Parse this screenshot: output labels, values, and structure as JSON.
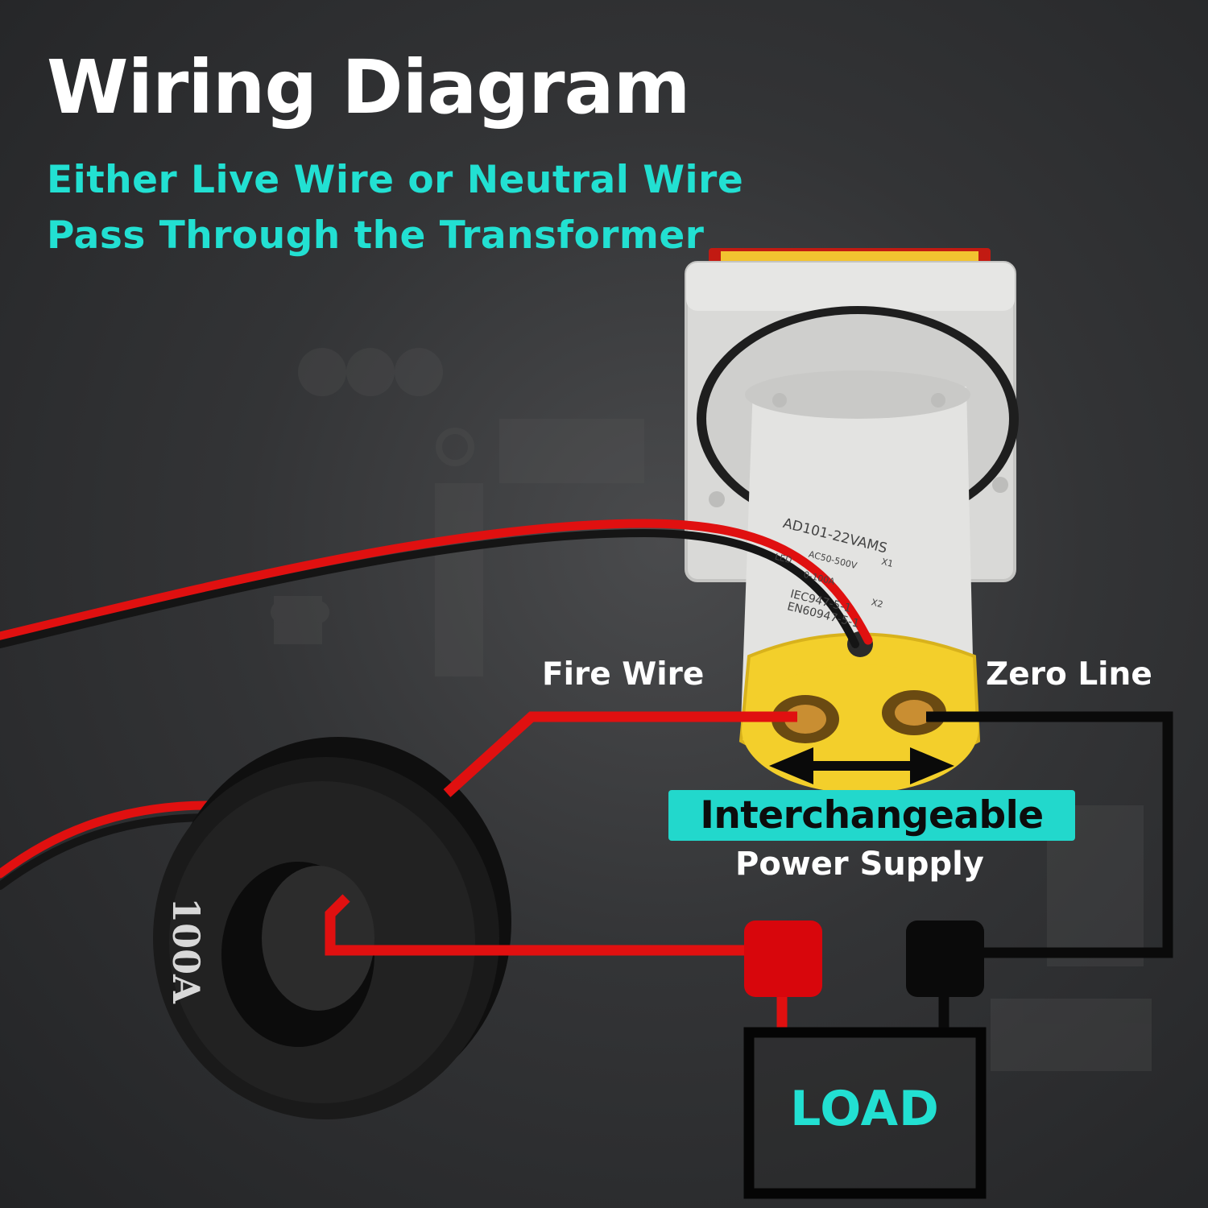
{
  "title": "Wiring Diagram",
  "subtitle": {
    "line1": "Either Live Wire or Neutral Wire",
    "line2": "Pass Through the Transformer"
  },
  "labels": {
    "fire_wire": "Fire Wire",
    "zero_line": "Zero Line",
    "interchangeable": "Interchangeable",
    "power_supply": "Power Supply",
    "load": "LOAD"
  },
  "transformer": {
    "rating": "100A"
  },
  "meter_sticker": {
    "model": "AD101-22VAMS",
    "x1": "X1",
    "voltage": "AC50-500V",
    "led": "LED",
    "current": "0-100A",
    "x2": "X2",
    "std1": "IEC947-5-1",
    "std2": "EN60947-5-1"
  },
  "colors": {
    "accent": "#22e0d2",
    "live_wire": "#e01010",
    "neutral_wire": "#0a0a0a",
    "terminal_yellow": "#f3cf2b",
    "meter_body": "#d9d9d7"
  }
}
